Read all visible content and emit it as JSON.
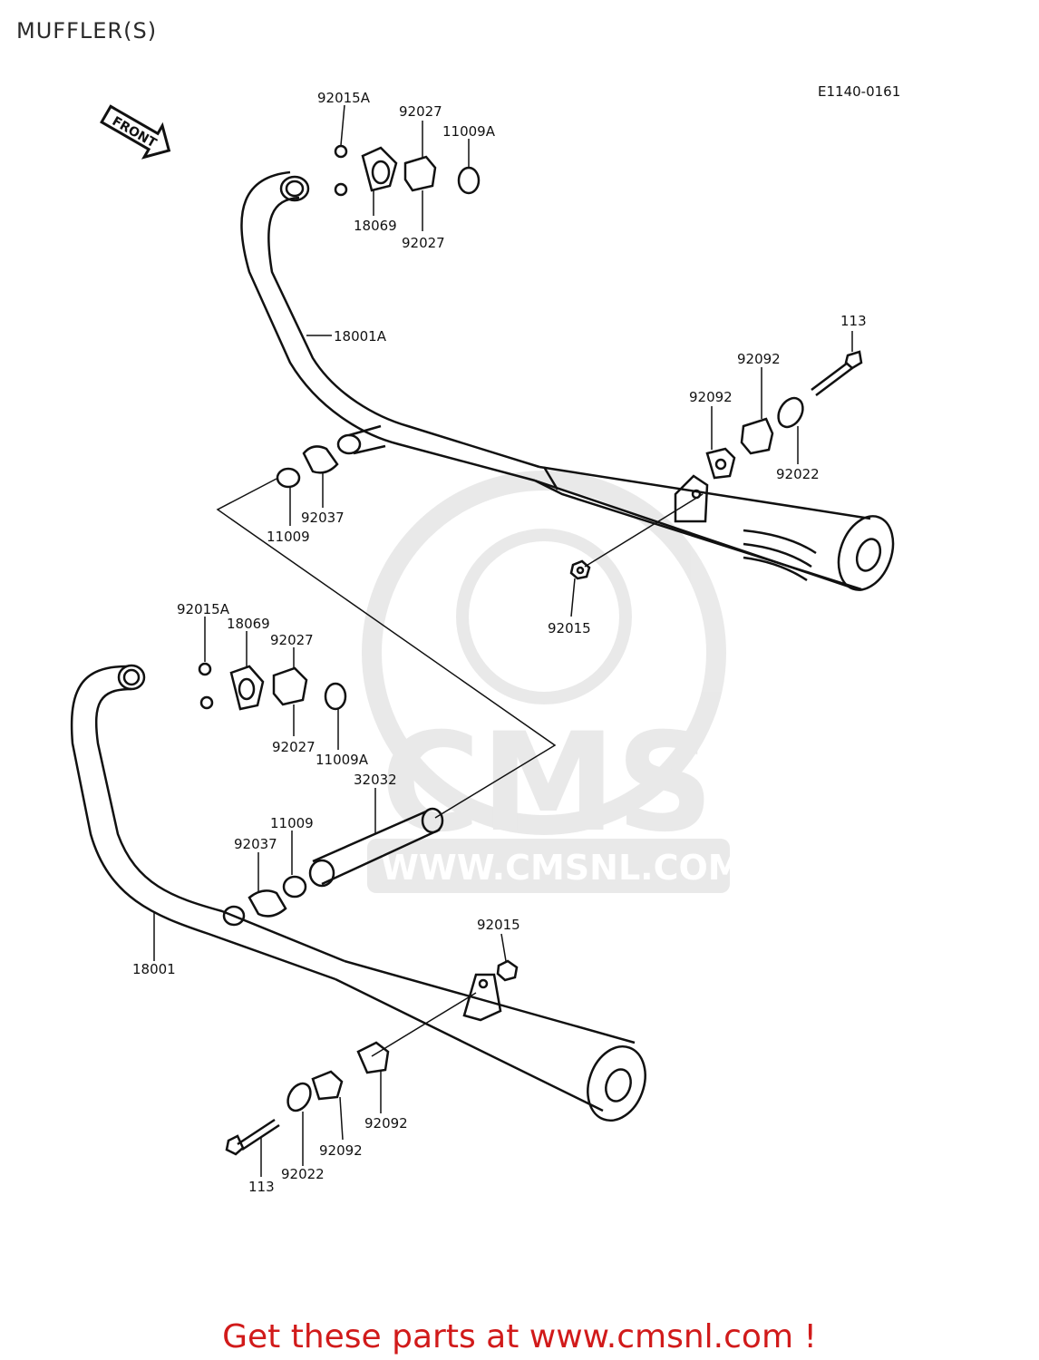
{
  "page": {
    "title": "MUFFLER(S)",
    "diagram_code": "E1140-0161",
    "front_marker": "FRONT",
    "footer_cta": "Get these parts at www.cmsnl.com !",
    "watermark": {
      "brand": "CMS",
      "url": "WWW.CMSNL.COM"
    },
    "colors": {
      "footer": "#d11a1a",
      "line": "#111111",
      "watermark": "#d8d8d8"
    }
  },
  "parts": {
    "upper": {
      "p92015A": "92015A",
      "p92027_top": "92027",
      "p11009A": "11009A",
      "p18069": "18069",
      "p92027_bottom": "92027",
      "p18001A": "18001A",
      "p113": "113",
      "p92092_right": "92092",
      "p92092_left": "92092",
      "p92022": "92022",
      "p92037": "92037",
      "p11009": "11009",
      "p92015": "92015"
    },
    "lower": {
      "p92015A": "92015A",
      "p18069": "18069",
      "p92027_top": "92027",
      "p92027_bottom": "92027",
      "p11009A": "11009A",
      "p32032": "32032",
      "p11009": "11009",
      "p92037": "92037",
      "p18001": "18001",
      "p92015": "92015",
      "p92092_right": "92092",
      "p92092_left": "92092",
      "p92022": "92022",
      "p113": "113"
    }
  }
}
